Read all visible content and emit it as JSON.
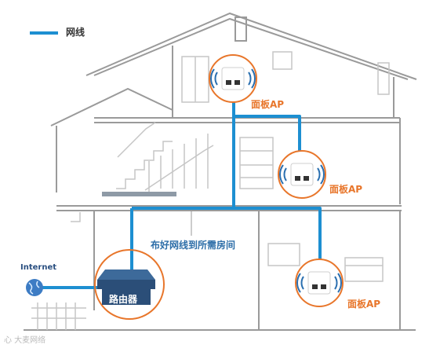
{
  "legend": {
    "label": "网线"
  },
  "labels": {
    "ap_1": "面板AP",
    "ap_2": "面板AP",
    "ap_3": "面板AP",
    "cable_note": "布好网线到所需房间",
    "internet": "Internet",
    "router": "路由器"
  },
  "watermark": {
    "text": "心 大麦网络"
  },
  "colors": {
    "cable": "#1d8fd1",
    "ap_ring": "#e8762b",
    "house_line": "#9a9a9a",
    "router": "#2b4e78",
    "wifi_wave": "#2a6fb0"
  },
  "icons": [
    "wifi-panel-ap-icon",
    "router-icon",
    "globe-icon",
    "wifi-signal-icon"
  ]
}
